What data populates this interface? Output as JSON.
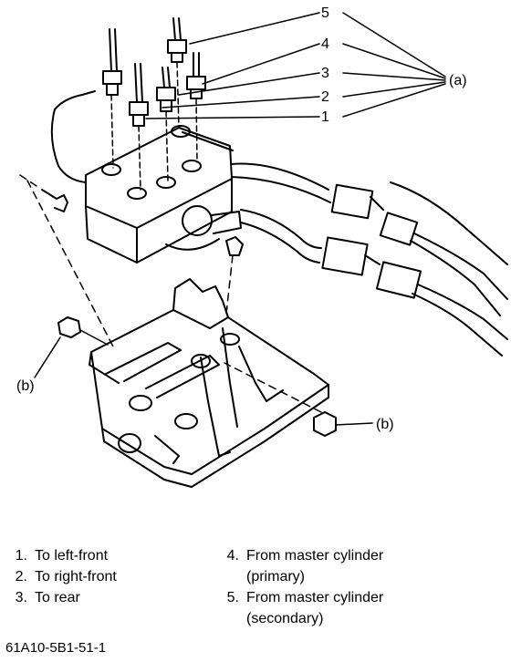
{
  "callouts": {
    "n1": "1",
    "n2": "2",
    "n3": "3",
    "n4": "4",
    "n5": "5",
    "a": "(a)",
    "b_left": "(b)",
    "b_right": "(b)"
  },
  "legend": {
    "left": [
      {
        "num": "1.",
        "text": "To left-front"
      },
      {
        "num": "2.",
        "text": "To right-front"
      },
      {
        "num": "3.",
        "text": "To rear"
      }
    ],
    "right": [
      {
        "num": "4.",
        "text": "From master cylinder",
        "cont": "(primary)"
      },
      {
        "num": "5.",
        "text": "From master cylinder",
        "cont": "(secondary)"
      }
    ]
  },
  "figure_id": "61A10-5B1-51-1"
}
